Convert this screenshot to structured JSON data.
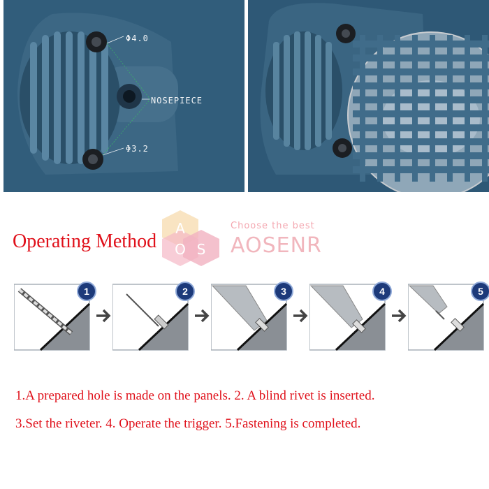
{
  "photos": {
    "left": {
      "callouts": {
        "top_label": "Φ4.0",
        "middle_label": "NOSEPIECE",
        "bottom_label": "Φ3.2"
      }
    }
  },
  "watermark": {
    "logo_letters": [
      "A",
      "O",
      "S"
    ],
    "tagline": "Choose the best",
    "brand": "AOSENR"
  },
  "heading": "Operating Method",
  "steps": [
    {
      "number": "1"
    },
    {
      "number": "2"
    },
    {
      "number": "3"
    },
    {
      "number": "4"
    },
    {
      "number": "5"
    }
  ],
  "instructions": [
    "1.A prepared hole is made on the panels. 2. A blind rivet is inserted.",
    "3.Set the riveter. 4. Operate the trigger. 5.Fastening is completed."
  ],
  "colors": {
    "heading": "#e0101a",
    "photo_background": "#2f5a78",
    "tool_body": "#3f6a88",
    "step_badge": "#1d3a7a"
  }
}
